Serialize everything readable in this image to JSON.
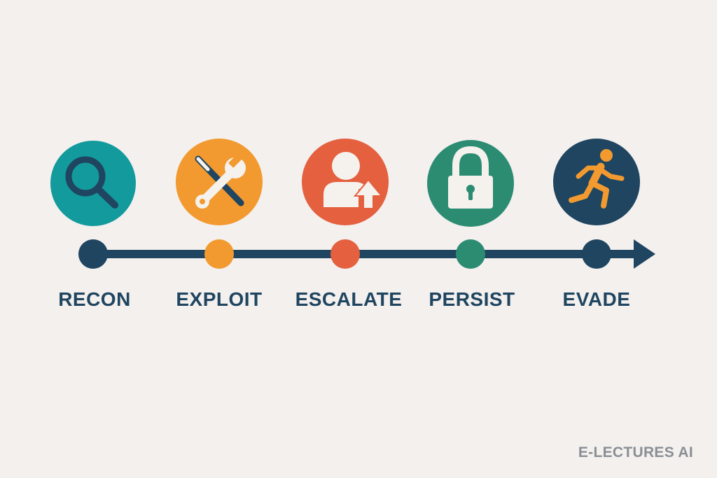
{
  "colors": {
    "background": "#f3f0ee",
    "navy": "#1f4560",
    "teal": "#139a9d",
    "orange": "#f29a30",
    "red": "#e4603f",
    "green": "#2c8c72",
    "icon_light": "#f5f2ee"
  },
  "stages": [
    {
      "label": "RECON",
      "icon": "magnifier-icon",
      "circle_color": "#139a9d",
      "dot_color": "#1f4560"
    },
    {
      "label": "EXPLOIT",
      "icon": "tools-icon",
      "circle_color": "#f29a30",
      "dot_color": "#f29a30"
    },
    {
      "label": "ESCALATE",
      "icon": "user-up-arrow-icon",
      "circle_color": "#e4603f",
      "dot_color": "#e4603f"
    },
    {
      "label": "PERSIST",
      "icon": "padlock-icon",
      "circle_color": "#2c8c72",
      "dot_color": "#2c8c72"
    },
    {
      "label": "EVADE",
      "icon": "running-person-icon",
      "circle_color": "#1f4560",
      "dot_color": "#1f4560"
    }
  ],
  "watermark": "E-LECTURES AI"
}
